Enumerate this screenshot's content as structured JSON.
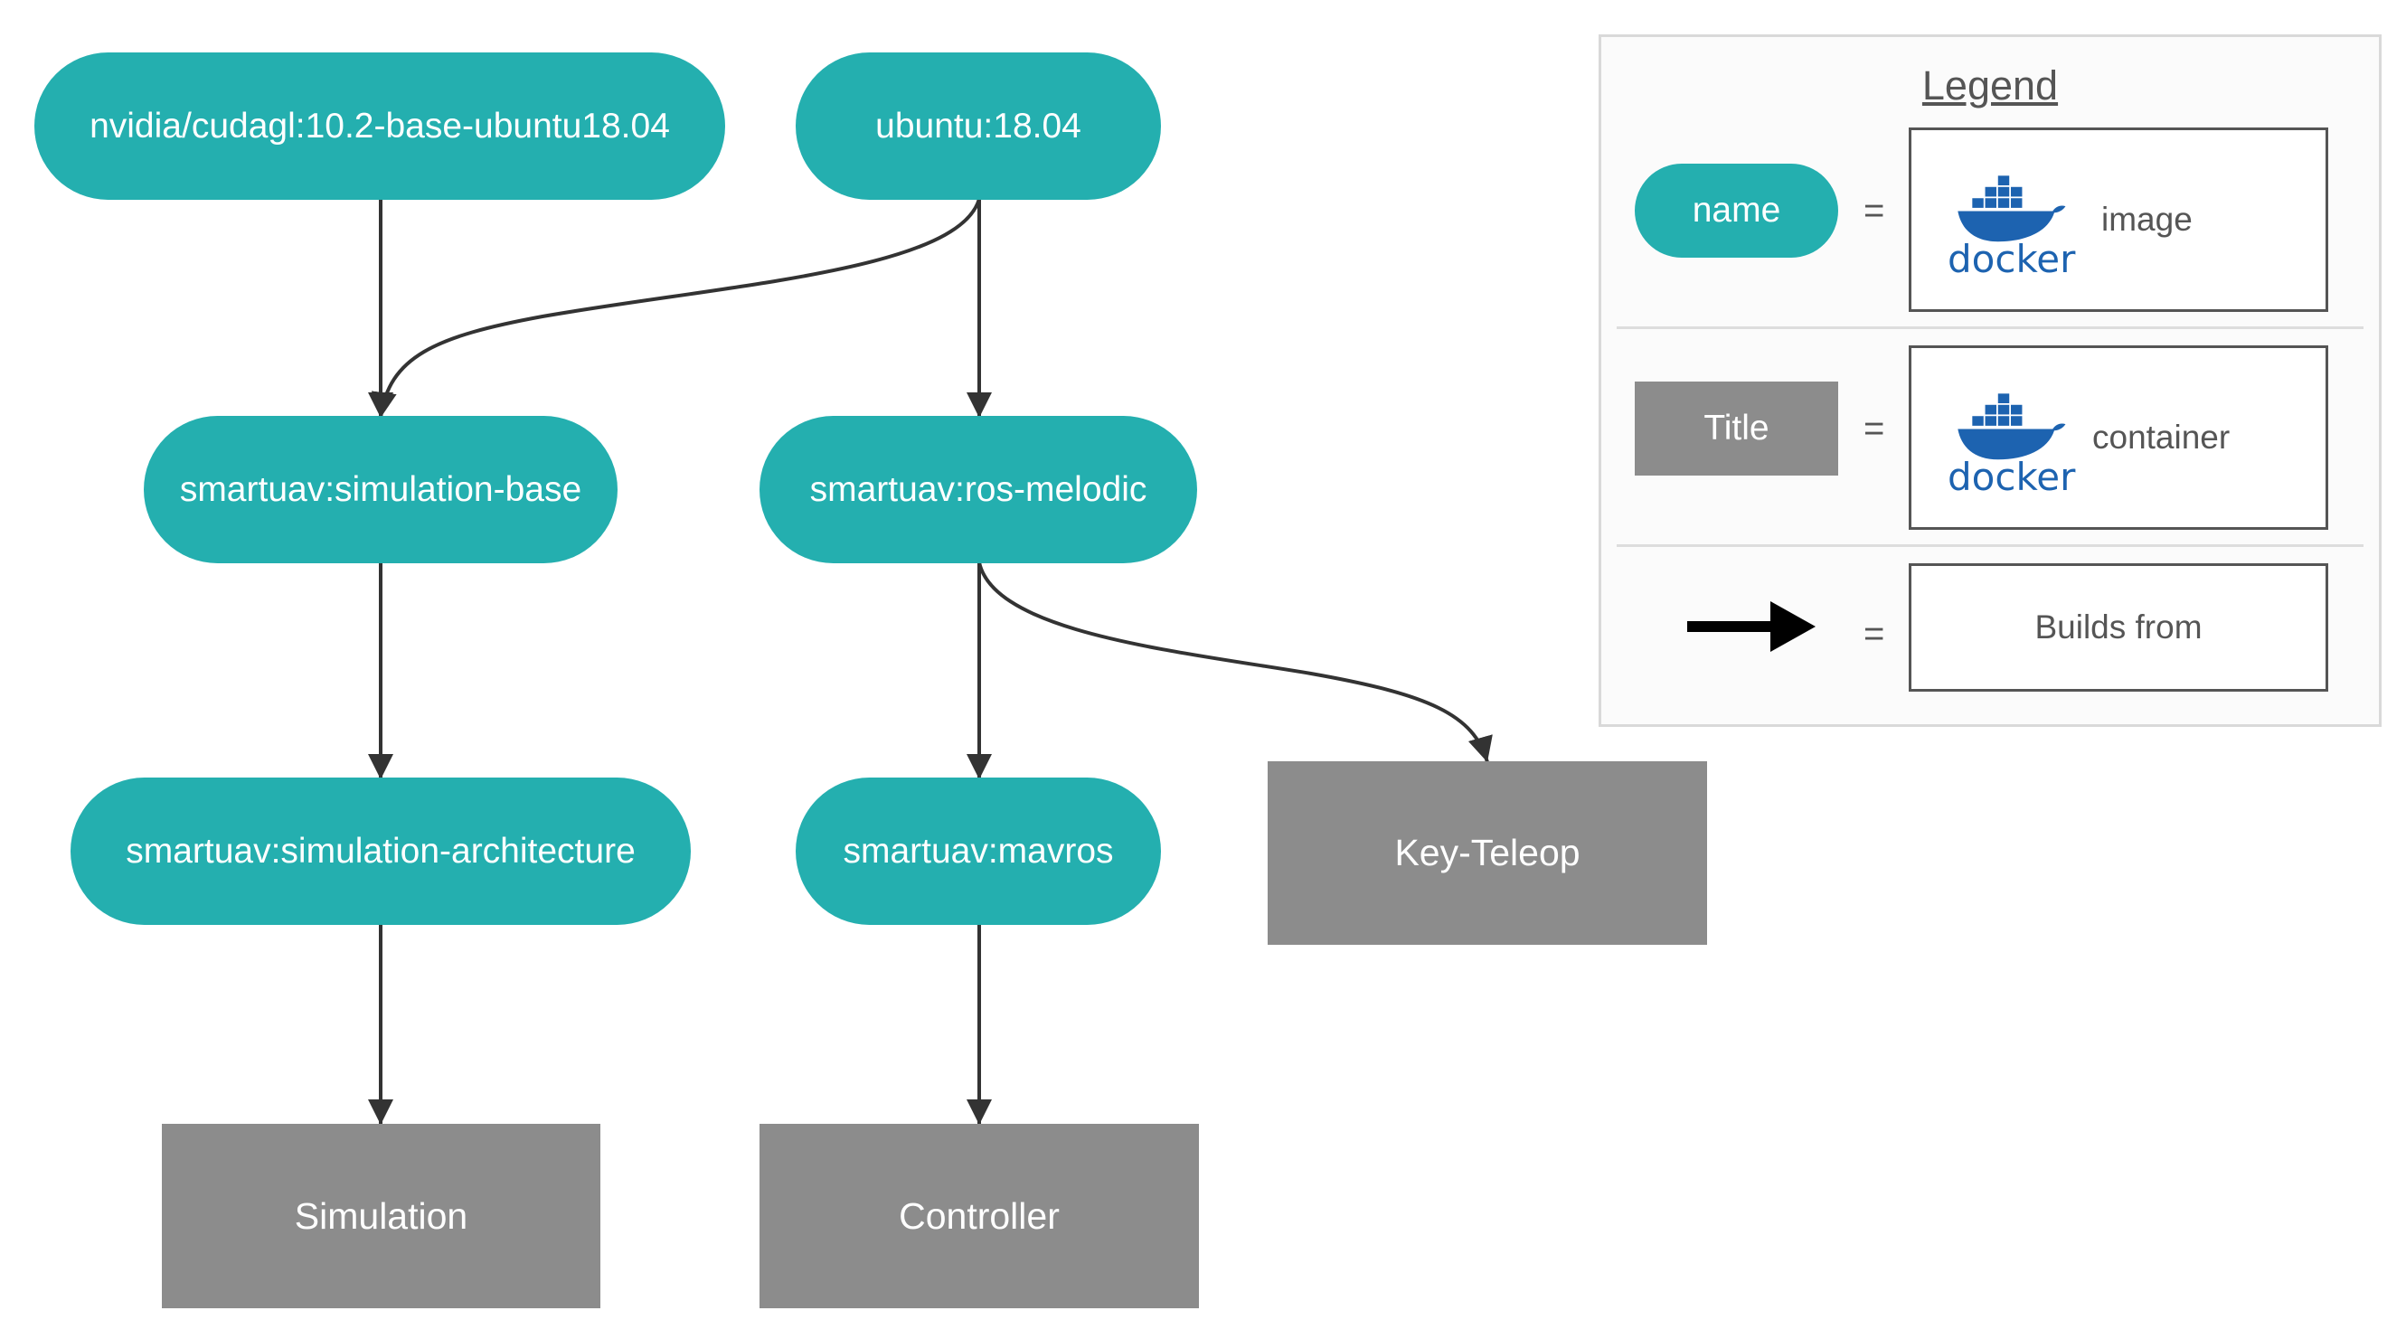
{
  "images": {
    "cudagl": "nvidia/cudagl:10.2-base-ubuntu18.04",
    "ubuntu": "ubuntu:18.04",
    "simulation_base": "smartuav:simulation-base",
    "ros_melodic": "smartuav:ros-melodic",
    "simulation_architecture": "smartuav:simulation-architecture",
    "mavros": "smartuav:mavros"
  },
  "containers": {
    "key_teleop": "Key-Teleop",
    "simulation": "Simulation",
    "controller": "Controller"
  },
  "edges": [
    {
      "from": "nvidia/cudagl:10.2-base-ubuntu18.04",
      "to": "smartuav:simulation-base"
    },
    {
      "from": "ubuntu:18.04",
      "to": "smartuav:simulation-base"
    },
    {
      "from": "ubuntu:18.04",
      "to": "smartuav:ros-melodic"
    },
    {
      "from": "smartuav:simulation-base",
      "to": "smartuav:simulation-architecture"
    },
    {
      "from": "smartuav:ros-melodic",
      "to": "smartuav:mavros"
    },
    {
      "from": "smartuav:ros-melodic",
      "to": "Key-Teleop"
    },
    {
      "from": "smartuav:simulation-architecture",
      "to": "Simulation"
    },
    {
      "from": "smartuav:mavros",
      "to": "Controller"
    }
  ],
  "legend": {
    "title": "Legend",
    "image_sample": "name",
    "container_sample": "Title",
    "equals": "=",
    "image_label": "image",
    "container_label": "container",
    "arrow_label": "Builds from",
    "docker_word": "docker"
  },
  "colors": {
    "image_fill": "#24afaf",
    "container_fill": "#8c8c8c",
    "edge": "#333333",
    "docker_blue": "#1d63b0"
  }
}
